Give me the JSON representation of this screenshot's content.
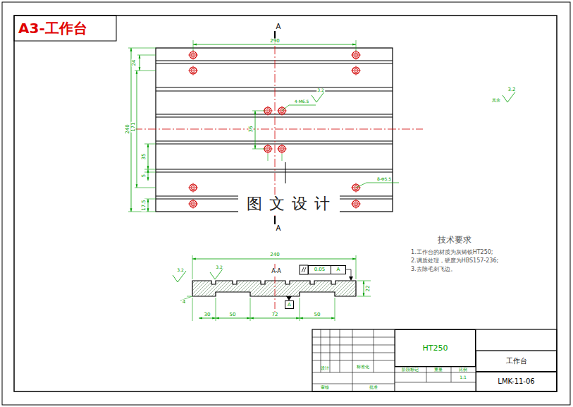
{
  "diagram": {
    "title": "A3-工作台",
    "nodes": [
      {
        "text": [
          "0.05",
          "A"
        ]
      },
      {
        "text": [
          "A"
        ]
      },
      {
        "text": [
          "HT250"
        ]
      },
      {
        "text": [
          "工作台"
        ]
      },
      {
        "text": [
          "LMK-11-06"
        ]
      }
    ],
    "labels": [
      "A",
      "A",
      "290",
      "24",
      "240",
      "171",
      "36",
      "35",
      "5",
      "17.5",
      "4-M6.5",
      "8-Φ5.5",
      "3.2",
      "3.2",
      "其余",
      "240",
      "A-A",
      "3.2",
      "3.2",
      "4",
      "22",
      "30",
      "50",
      "72",
      "50",
      "技术要求",
      "1.工作台的材质为灰铸铁HT250;",
      "2.调质处理，硬度为HBS157-236;",
      "3.去除毛刺飞边。",
      "图文设计",
      "阶段标记",
      "重量",
      "比例",
      "1:1",
      "设计",
      "标准化",
      "审核",
      "批准"
    ]
  }
}
